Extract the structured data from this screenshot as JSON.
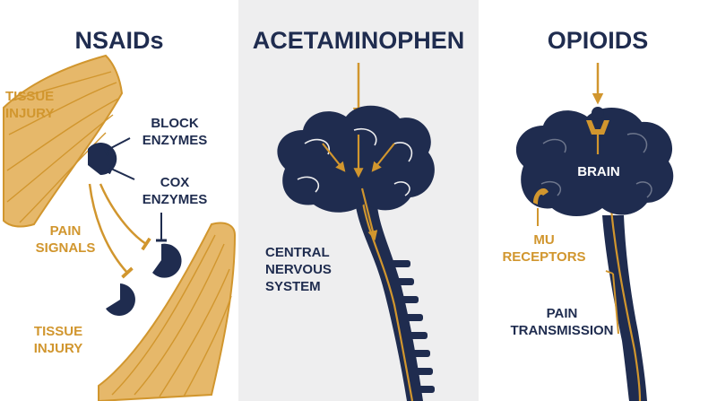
{
  "colors": {
    "navy": "#1f2c4f",
    "gold": "#d1962e",
    "tan": "#e6b86a",
    "middle_panel": "#eeeeef",
    "white": "#ffffff"
  },
  "panels": {
    "nsaids": {
      "title": "NSAIDs",
      "tissue_top": [
        "TISSUE",
        "INJURY"
      ],
      "block_enzymes": [
        "BLOCK",
        "ENZYMES"
      ],
      "cox_enzymes": [
        "COX",
        "ENZYMES"
      ],
      "pain_signals": [
        "PAIN",
        "SIGNALS"
      ],
      "tissue_bottom": [
        "TISSUE",
        "INJURY"
      ],
      "icons": [
        "muscle-fiber-icon",
        "enzyme-pacman-icon",
        "inhibit-arrow-icon"
      ]
    },
    "acetaminophen": {
      "title": "ACETAMINOPHEN",
      "cns": [
        "CENTRAL",
        "NERVOUS",
        "SYSTEM"
      ],
      "icons": [
        "brain-icon",
        "spinal-cord-icon",
        "arrow-down-icon"
      ]
    },
    "opioids": {
      "title": "OPIOIDS",
      "brain": "BRAIN",
      "mu_receptors": [
        "MU",
        "RECEPTORS"
      ],
      "pain_transmission": [
        "PAIN",
        "TRANSMISSION"
      ],
      "icons": [
        "brain-icon",
        "receptor-icon",
        "arrow-down-icon"
      ]
    }
  }
}
